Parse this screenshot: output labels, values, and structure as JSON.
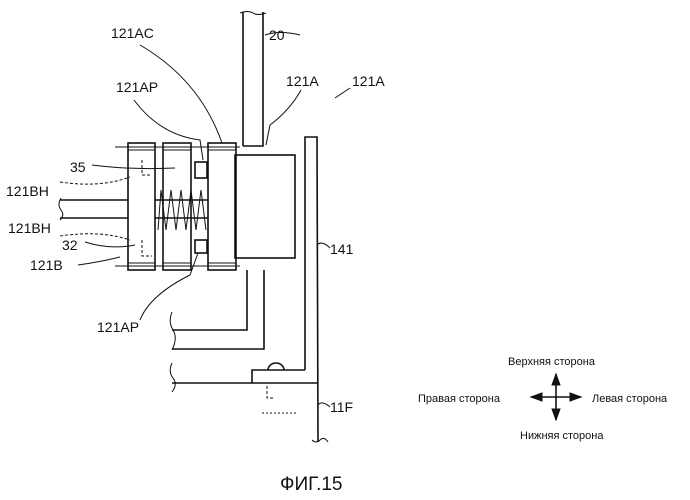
{
  "figure": {
    "caption": "ФИГ.15",
    "labels": {
      "l20": "20",
      "l121AC": "121AC",
      "l121A_body": "121A",
      "l121A_assembly": "121A",
      "l121AP_top": "121AP",
      "l121AP_bottom": "121AP",
      "l35": "35",
      "l121BH_top": "121BH",
      "l121BH_bottom": "121BH",
      "l32": "32",
      "l121B": "121B",
      "l141": "141",
      "l11F": "11F"
    },
    "directions": {
      "up": "Верхняя сторона",
      "down": "Нижняя сторона",
      "left": "Правая сторона",
      "right": "Левая сторона"
    }
  }
}
